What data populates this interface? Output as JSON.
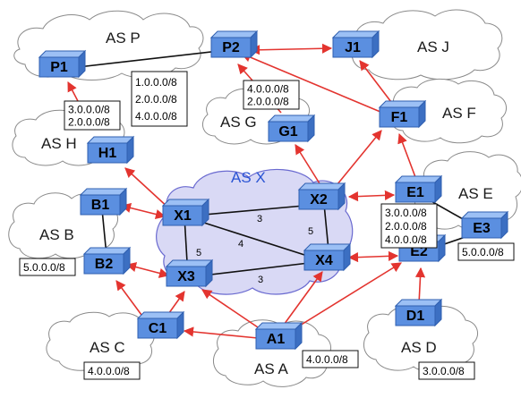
{
  "as_labels": {
    "p": "AS P",
    "j": "AS J",
    "g": "AS G",
    "f": "AS F",
    "h": "AS H",
    "x": "AS X",
    "e": "AS E",
    "b": "AS B",
    "c": "AS C",
    "a": "AS A",
    "d": "AS D"
  },
  "routers": {
    "P1": "P1",
    "P2": "P2",
    "J1": "J1",
    "G1": "G1",
    "F1": "F1",
    "H1": "H1",
    "B1": "B1",
    "B2": "B2",
    "X1": "X1",
    "X2": "X2",
    "X3": "X3",
    "X4": "X4",
    "E1": "E1",
    "E2": "E2",
    "E3": "E3",
    "C1": "C1",
    "A1": "A1",
    "D1": "D1"
  },
  "prefix_boxes": {
    "p2": [
      "1.0.0.0/8",
      "2.0.0.0/8",
      "4.0.0.0/8"
    ],
    "h": [
      "3.0.0.0/8",
      "2.0.0.0/8"
    ],
    "g": [
      "4.0.0.0/8",
      "2.0.0.0/8"
    ],
    "e": [
      "3.0.0.0/8",
      "2.0.0.0/8",
      "4.0.0.0/8"
    ],
    "e3": [
      "5.0.0.0/8"
    ],
    "b": [
      "5.0.0.0/8"
    ],
    "c": [
      "4.0.0.0/8"
    ],
    "a": [
      "4.0.0.0/8"
    ],
    "d": [
      "3.0.0.0/8"
    ]
  },
  "igp_weights": {
    "x1_x2": "3",
    "x1_x3": "5",
    "x1_x4": "4",
    "x2_x4": "5",
    "x3_x4": "3"
  },
  "colors": {
    "router": "#5b8fe0",
    "red_arrow": "#e3342f",
    "as_x_cloud": "#d9d9f5",
    "as_x_label": "#2a54d4"
  },
  "icons": {
    "router": "router-cube-icon",
    "cloud": "cloud-shape-icon"
  }
}
